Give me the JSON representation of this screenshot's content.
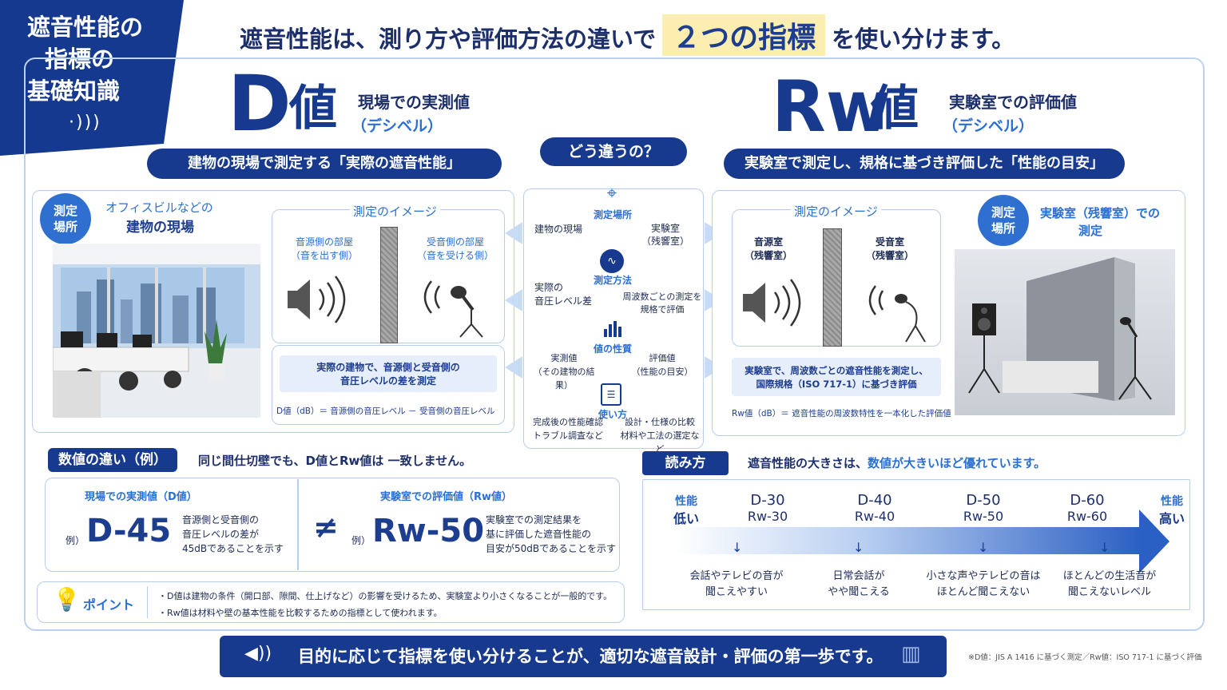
{
  "corner": {
    "title_l1": "遮音性能の",
    "title_l2": "指標の",
    "title_l3": "基礎知識",
    "wave_icon": "sound-wave-icon"
  },
  "headline": {
    "pre": "遮音性能は、測り方や評価方法の違いで",
    "highlight": "２つの指標",
    "post": "を使い分けます。"
  },
  "d": {
    "big": "D",
    "kanji": "値",
    "title": "現場での実測値",
    "unit": "（デシベル）",
    "banner": "建物の現場で測定する「実際の遮音性能」",
    "place_badge": "測定\n場所",
    "place_l1": "オフィスビルなどの",
    "place_l2": "建物の現場",
    "image_title": "測定のイメージ",
    "src_l1": "音源側の部屋",
    "src_l2": "（音を出す側）",
    "rcv_l1": "受音側の部屋",
    "rcv_l2": "（音を受ける側）",
    "desc_l1": "実際の建物で、音源側と受音側の",
    "desc_l2": "音圧レベルの差を測定",
    "formula": "D値（dB）＝ 音源側の音圧レベル － 受音側の音圧レベル"
  },
  "rw": {
    "big": "Rw",
    "kanji": "値",
    "title": "実験室での評価値",
    "unit": "（デシベル）",
    "banner": "実験室で測定し、規格に基づき評価した「性能の目安」",
    "place_badge": "測定\n場所",
    "place_l1": "実験室（残響室）での",
    "place_l2": "測定",
    "image_title": "測定のイメージ",
    "src_l1": "音源室",
    "src_l2": "（残響室）",
    "rcv_l1": "受音室",
    "rcv_l2": "（残響室）",
    "desc_l1": "実験室で、周波数ごとの遮音性能を測定し、",
    "desc_l2": "国際規格（ISO 717-1）に基づき評価",
    "formula": "Rw値（dB）＝ 遮音性能の周波数特性を一本化した評価値"
  },
  "compare": {
    "pill": "どう違うの？",
    "rows": [
      {
        "icon": "location-pin-icon",
        "label": "測定場所",
        "left": "建物の現場",
        "right_l1": "実験室",
        "right_l2": "（残響室）"
      },
      {
        "icon": "waveform-icon",
        "label": "測定方法",
        "left_l1": "実際の",
        "left_l2": "音圧レベル差",
        "right_l1": "周波数ごとの測定を",
        "right_l2": "規格で評価"
      },
      {
        "icon": "bar-chart-icon",
        "label": "値の性質",
        "left_l1": "実測値",
        "left_l2": "（その建物の結果）",
        "right_l1": "評価値",
        "right_l2": "（性能の目安）"
      },
      {
        "icon": "clipboard-icon",
        "label": "使い方",
        "left_l1": "完成後の性能確認",
        "left_l2": "トラブル調査など",
        "right_l1": "設計・仕様の比較",
        "right_l2": "材料や工法の選定など"
      }
    ]
  },
  "example": {
    "pill": "数値の違い（例）",
    "note": "同じ間仕切壁でも、D値とRw値は 一致しません。",
    "left_title": "現場での実測値（D値）",
    "left_prefix": "例）",
    "left_value": "D-45",
    "left_desc_l1": "音源側と受音側の",
    "left_desc_l2": "音圧レベルの差が",
    "left_desc_l3": "45dBであることを示す",
    "neq": "≠",
    "right_title": "実験室での評価値（Rw値）",
    "right_prefix": "例）",
    "right_value": "Rw-50",
    "right_desc_l1": "実験室での測定結果を",
    "right_desc_l2": "基に評価した遮音性能の",
    "right_desc_l3": "目安が50dBであることを示す"
  },
  "point": {
    "label": "ポイント",
    "b1": "・D値は建物の条件（開口部、隙間、仕上げなど）の影響を受けるため、実験室より小さくなることが一般的です。",
    "b2": "・Rw値は材料や壁の基本性能を比較するための指標として使われます。"
  },
  "reading": {
    "pill": "読み方",
    "note_pre": "遮音性能の大きさは、",
    "note_em": "数値が大きいほど優れています。",
    "low_l1": "性能",
    "low_l2": "低い",
    "high_l1": "性能",
    "high_l2": "高い",
    "levels": [
      {
        "d": "D-30",
        "rw": "Rw-30",
        "desc_l1": "会話やテレビの音が",
        "desc_l2": "聞こえやすい"
      },
      {
        "d": "D-40",
        "rw": "Rw-40",
        "desc_l1": "日常会話が",
        "desc_l2": "やや聞こえる"
      },
      {
        "d": "D-50",
        "rw": "Rw-50",
        "desc_l1": "小さな声やテレビの音は",
        "desc_l2": "ほとんど聞こえない"
      },
      {
        "d": "D-60",
        "rw": "Rw-60",
        "desc_l1": "ほとんどの生活音が",
        "desc_l2": "聞こえないレベル"
      }
    ]
  },
  "footer": {
    "message": "目的に応じて指標を使い分けることが、適切な遮音設計・評価の第一歩です。",
    "note": "※D値：JIS A 1416 に基づく測定／Rw値：ISO 717-1 に基づく評価"
  },
  "colors": {
    "navy": "#173a8e",
    "blue": "#2a6fd6",
    "highlight": "#fbeeb0"
  }
}
